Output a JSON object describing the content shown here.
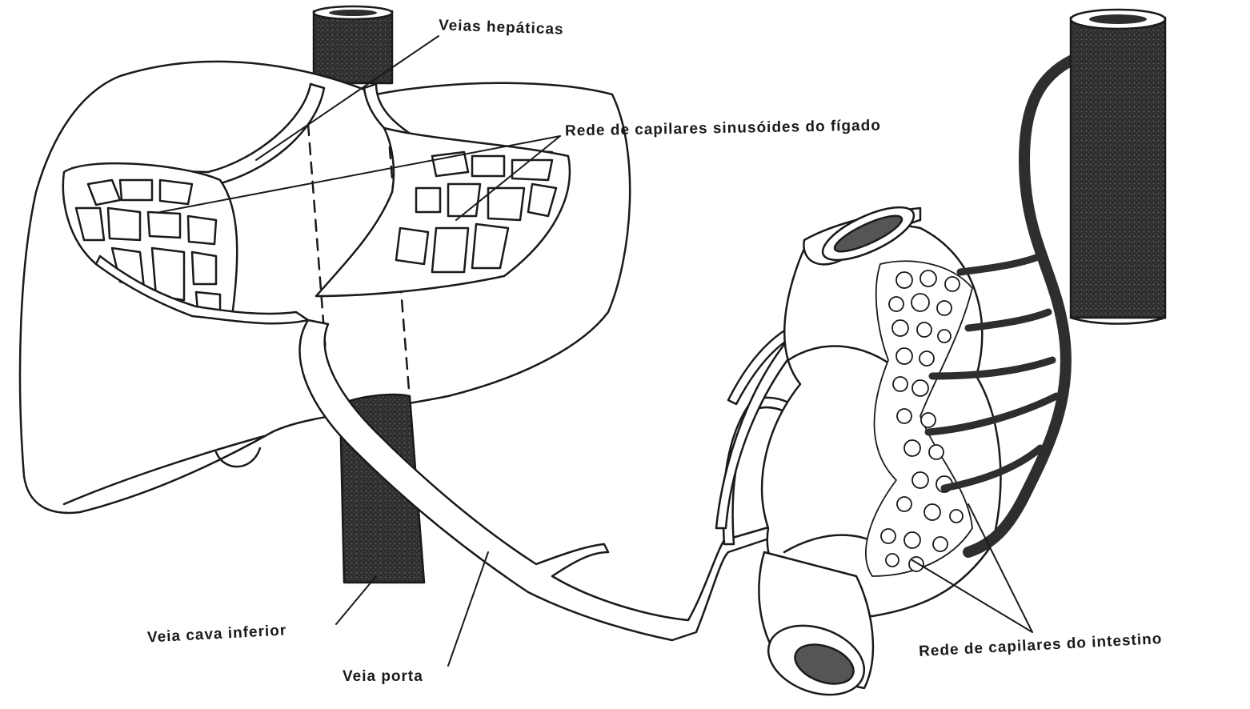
{
  "labels": {
    "hepatic_veins": "Veias hepáticas",
    "liver_sinusoids": "Rede de capilares sinusóides do fígado",
    "inferior_vena_cava": "Veia cava inferior",
    "portal_vein": "Veia porta",
    "intestine_capillaries": "Rede de capilares do intestino"
  },
  "colors": {
    "ink": "#1a1a1a",
    "vessel_fill": "#2e2e2e",
    "background": "#ffffff"
  }
}
